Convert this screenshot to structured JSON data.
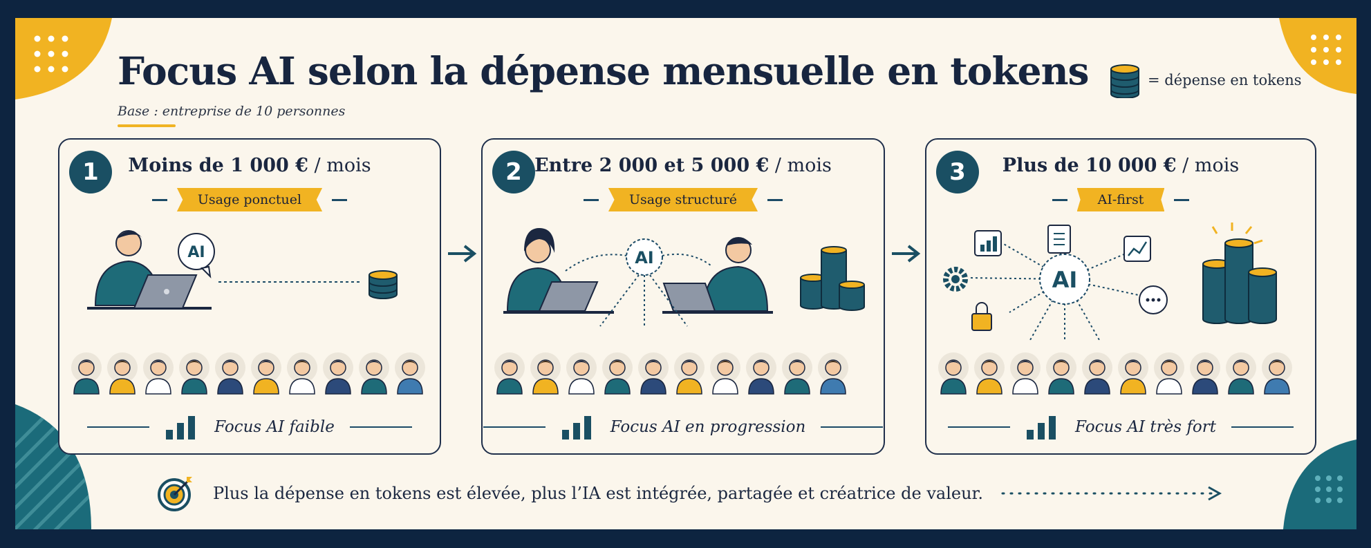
{
  "title": "Focus AI selon la dépense mensuelle en tokens",
  "subtitle": "Base : entreprise de 10 personnes",
  "legend": {
    "icon": "coin-stack-icon",
    "text": "= dépense en tokens"
  },
  "panels": [
    {
      "number": "1",
      "title_bold": "Moins de 1 000 €",
      "title_light": " / mois",
      "badge": "Usage ponctuel",
      "ai_label": "AI",
      "focus": "Focus AI faible"
    },
    {
      "number": "2",
      "title_bold": "Entre 2 000 et 5 000 €",
      "title_light": " / mois",
      "badge": "Usage structuré",
      "ai_label": "AI",
      "focus": "Focus AI en progression"
    },
    {
      "number": "3",
      "title_bold": "Plus de 10 000 €",
      "title_light": " / mois",
      "badge": "AI-first",
      "ai_label": "AI",
      "focus": "Focus AI très fort"
    }
  ],
  "conclusion": "Plus la dépense en tokens est élevée, plus l’IA est intégrée, partagée et créatrice de valeur.",
  "colors": {
    "teal": "#1a4f63",
    "gold": "#f1b322",
    "navy": "#0d2440",
    "cream": "#fbf6ec"
  }
}
